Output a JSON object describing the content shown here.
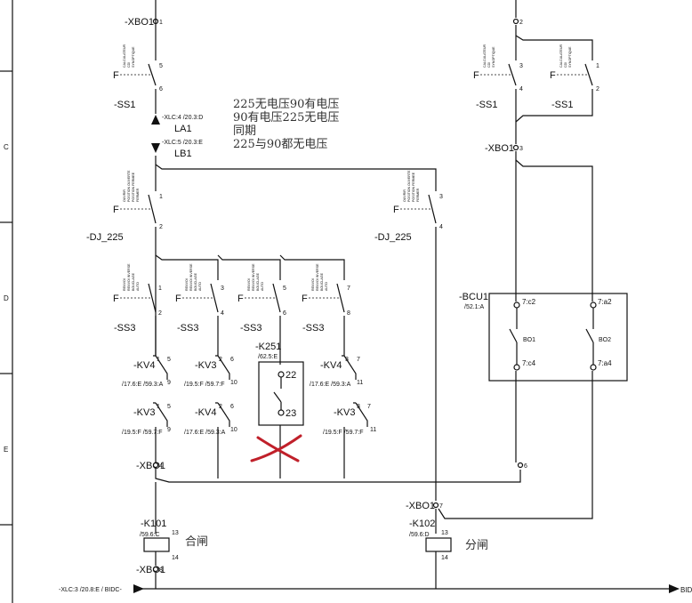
{
  "frame": {
    "row_labels": [
      "C",
      "D",
      "E"
    ]
  },
  "notes": [
    "225无电压90有电压",
    "90有电压225无电压",
    "同期",
    "225与90都无电压"
  ],
  "terminals": {
    "xbo1": "-XBO1",
    "left": [
      "1",
      "4",
      "8"
    ],
    "right": [
      "2",
      "3",
      "6",
      "7"
    ]
  },
  "ss1": {
    "label": "-SS1",
    "positions": [
      "CALCULATEUR",
      "CDI",
      "SYNOPTIQUE"
    ],
    "contacts_left": [
      "5",
      "6"
    ],
    "contacts_right_a": [
      "3",
      "4"
    ],
    "contacts_right_b": [
      "1",
      "2"
    ]
  },
  "links": {
    "la1_ref": "-XLC:4 /20.3:D",
    "la1": "LA1",
    "lb1_ref": "-XLC:5 /20.3:E",
    "lb1": "LB1"
  },
  "dj225": {
    "label": "-DJ_225",
    "positions": [
      "OUVRIR",
      "POSITION OUVERTE",
      "POSITION FERMEE",
      "FERMER"
    ],
    "contacts_left": [
      "1",
      "2"
    ],
    "contacts_right": [
      "3",
      "4"
    ]
  },
  "ss3": {
    "label": "-SS3",
    "positions": [
      "RENVOI",
      "RENVOI INVERSE",
      "BOUCLAGE",
      "AUTO"
    ],
    "contacts": [
      [
        "1",
        "2"
      ],
      [
        "3",
        "4"
      ],
      [
        "5",
        "6"
      ],
      [
        "7",
        "8"
      ]
    ]
  },
  "relays": {
    "kv4": "-KV4",
    "kv3": "-KV3",
    "kv4_ref": "/17.6:E /59.3:A",
    "kv3_ref": "/19.5:F /59.7:F",
    "col1": {
      "top": [
        "1",
        "5",
        "9"
      ],
      "bot": [
        "1",
        "5",
        "9"
      ]
    },
    "col2": {
      "top": [
        "2",
        "6",
        "10"
      ],
      "bot": [
        "2",
        "6",
        "10"
      ]
    },
    "col4": {
      "top": [
        "3",
        "7",
        "11"
      ],
      "bot": [
        "3",
        "7",
        "11"
      ]
    }
  },
  "k251": {
    "label": "-K251",
    "ref": "/62.5:E",
    "pins": [
      "22",
      "23"
    ]
  },
  "bcu1": {
    "label": "-BCU1",
    "ref": "/52.1:A",
    "pins": [
      "7:c2",
      "7:c4",
      "7:a2",
      "7:a4"
    ],
    "outputs": [
      "BO1",
      "BO2"
    ]
  },
  "k101": {
    "label": "-K101",
    "ref": "/59.6:C",
    "pins": [
      "13",
      "14"
    ],
    "note": "合闸"
  },
  "k102": {
    "label": "-K102",
    "ref": "/59.6:D",
    "pins": [
      "13",
      "14"
    ],
    "note": "分闸"
  },
  "bus": {
    "left": "-XLC:3 /20.8:E / BIDC-",
    "right": "BID"
  },
  "annotation": {
    "cross_color": "#c0202a"
  }
}
